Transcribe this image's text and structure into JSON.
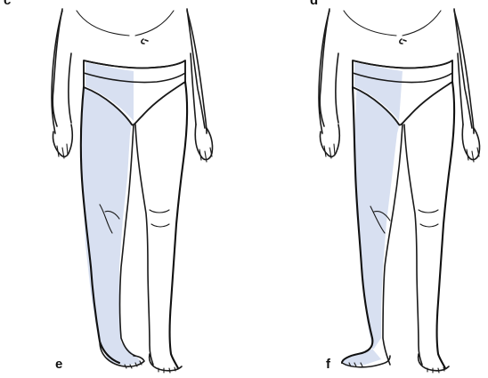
{
  "figure": {
    "panels": [
      {
        "id": "left",
        "label": "e",
        "top_label": "c"
      },
      {
        "id": "right",
        "label": "f",
        "top_label": "d"
      }
    ],
    "colors": {
      "shading": "#d8e0f1",
      "line": "#1a1a1a",
      "background": "#ffffff"
    },
    "icons": [
      "human-figure-legs-icon"
    ]
  }
}
